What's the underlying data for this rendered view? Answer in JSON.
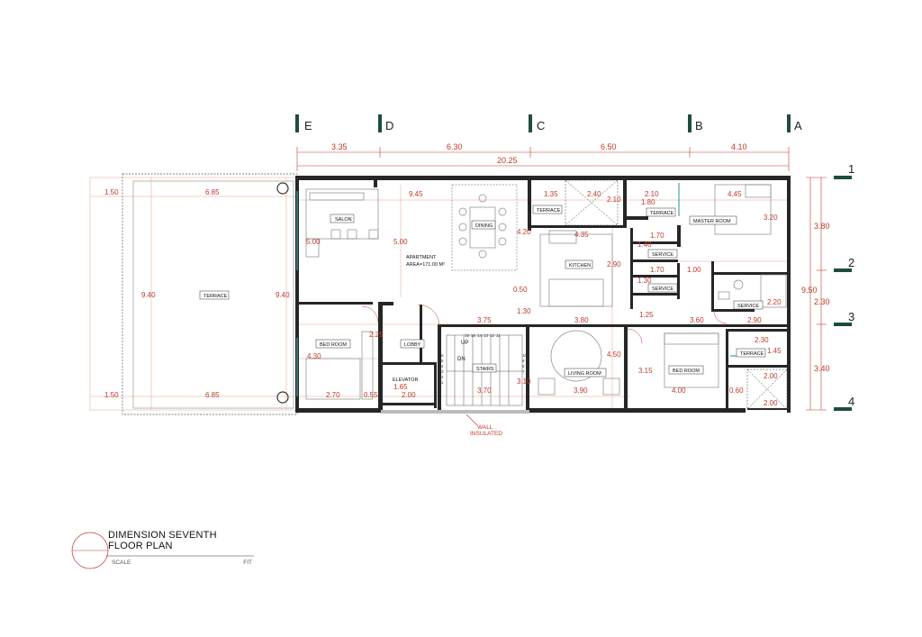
{
  "grid": {
    "columns": [
      "E",
      "D",
      "C",
      "B",
      "A"
    ],
    "rows": [
      "1",
      "2",
      "3",
      "4"
    ]
  },
  "dimensions": {
    "top_segments": [
      "3.35",
      "6.30",
      "6.50",
      "4.10"
    ],
    "top_total": "20.25",
    "right_segments": [
      "3.80",
      "2.30",
      "3.40"
    ],
    "right_total": "9.50",
    "terrace": [
      "1.50",
      "6.85",
      "9.40",
      "9.40",
      "1.50",
      "6.85"
    ],
    "interior": [
      "9.45",
      "1.35",
      "2.40",
      "2.10",
      "2.10",
      "1.80",
      "4.45",
      "3.20",
      "5.00",
      "5.00",
      "4.20",
      "4.35",
      "1.70",
      "1.40",
      "2.90",
      "1.70",
      "1.00",
      "1.30",
      "0.50",
      "1.30",
      "3.75",
      "3.80",
      "1.25",
      "3.60",
      "2.20",
      "2.90",
      "2.25",
      "4.30",
      "2.70",
      "0.55",
      "1.65",
      "2.00",
      "3.70",
      "3.10",
      "3.90",
      "4.50",
      "3.15",
      "4.00",
      "2.30",
      "1.45",
      "0.60",
      "2.00",
      "2.00"
    ]
  },
  "rooms": {
    "salon": "SALON",
    "dining": "DINING",
    "apartment": "APARTMENT",
    "area": "AREA=171.00 M²",
    "kitchen": "KITCHEN",
    "terrace_big": "TERRACE",
    "terrace_1": "TERRACE",
    "terrace_2": "TERRACE",
    "terrace_3": "TERRACE",
    "master_room": "MASTER ROOM",
    "service_1": "SERVICE",
    "service_2": "SERVICE",
    "service_3": "SERVICE",
    "bed_room_1": "BED ROOM",
    "bed_room_2": "BED ROOM",
    "lobby": "LOBBY",
    "elevator": "ELEVATOR",
    "stairs": "STAIRS",
    "living_room": "LIVING ROOM",
    "up": "UP",
    "dn": "DN"
  },
  "stair_numbers": [
    "16",
    "15",
    "14",
    "13",
    "12",
    "11",
    "10",
    "9",
    "8",
    "7",
    "6",
    "5",
    "4",
    "3",
    "2",
    "1"
  ],
  "notes": {
    "wall_line1": "WALL",
    "wall_line2": "INSULATED"
  },
  "title": {
    "line1": "DIMENSION SEVENTH",
    "line2": "FLOOR PLAN",
    "scale_label": "SCALE",
    "scale_value": "FIT"
  },
  "colors": {
    "wall": "#262626",
    "dimension": "#c0392b",
    "guide": "#e4a48a",
    "grid_marker": "#1f4d3a",
    "furniture": "#888888"
  }
}
